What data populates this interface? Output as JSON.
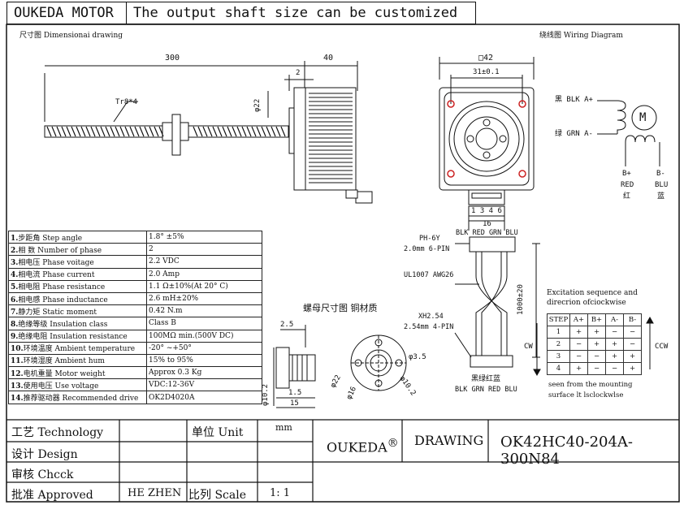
{
  "header": {
    "brand": "OUKEDA MOTOR",
    "slogan": "The output shaft size can be customized"
  },
  "dimensional": {
    "title": "尺寸图 Dimensionai drawing",
    "dim_300": "300",
    "dim_40": "40",
    "dim_2": "2",
    "dim_phi22": "φ22",
    "thread": "Tr8*4"
  },
  "front": {
    "square": "□42",
    "hole_spacing": "31±0.1",
    "connector_pins": "1 3 4 6",
    "connector_width": "16"
  },
  "wiring": {
    "title": "绕线图 Wiring Diagram",
    "a_plus": "黑 BLK A+",
    "a_minus": "绿 GRN A-",
    "motor": "M",
    "b_plus": "B+",
    "b_minus": "B-",
    "red": "RED",
    "blu": "BLU",
    "red_cn": "红",
    "blu_cn": "蓝"
  },
  "cable": {
    "top_colors": "BLK RED GRN BLU",
    "ph": "PH-6Y",
    "ph_pitch": "2.0mm 6-PIN",
    "wire": "UL1007 AWG26",
    "xh": "XH2.54",
    "xh_pitch": "2.54mm 4-PIN",
    "length": "1000±20",
    "bottom_cn": "黑绿红蓝",
    "bottom_colors": "BLK GRN RED BLU"
  },
  "nut": {
    "title": "螺母尺寸图 铜材质",
    "d25": "2.5",
    "d15a": "1.5",
    "d15b": "15",
    "d102": "φ10.2",
    "d22": "φ22",
    "d16": "φ16",
    "d35": "φ3.5",
    "d102b": "φ10.2"
  },
  "excitation": {
    "title1": "Excitation sequence and",
    "title2": "direcrion ofciockwise",
    "headers": [
      "STEP",
      "A+",
      "B+",
      "A-",
      "B-"
    ],
    "rows": [
      [
        "1",
        "+",
        "+",
        "−",
        "−"
      ],
      [
        "2",
        "−",
        "+",
        "+",
        "−"
      ],
      [
        "3",
        "−",
        "−",
        "+",
        "+"
      ],
      [
        "4",
        "+",
        "−",
        "−",
        "+"
      ]
    ],
    "cw": "CW",
    "ccw": "CCW",
    "note1": "seen from the mounting",
    "note2": "surface lt lsclockwlse"
  },
  "specs": [
    {
      "n": "1.",
      "label": "步距角 Step angle",
      "value": "1.8° ±5%"
    },
    {
      "n": "2.",
      "label": "相  数 Number of phase",
      "value": "2"
    },
    {
      "n": "3.",
      "label": "相电压 Phase voitage",
      "value": "2.2 VDC"
    },
    {
      "n": "4.",
      "label": "相电流 Phase current",
      "value": "2.0 Amp"
    },
    {
      "n": "5.",
      "label": "相电阻 Phase resistance",
      "value": "1.1 Ω±10%(At 20° C)"
    },
    {
      "n": "6.",
      "label": "相电感 Phase inductance",
      "value": "2.6 mH±20%"
    },
    {
      "n": "7.",
      "label": "静力矩 Static moment",
      "value": "0.42 N.m"
    },
    {
      "n": "8.",
      "label": "绝缘等级 Insulation class",
      "value": "Class B"
    },
    {
      "n": "9.",
      "label": "绝缘电阻 Insulation resistance",
      "value": "100MΩ min.(500V DC)"
    },
    {
      "n": "10.",
      "label": "环境温度 Ambient temperature",
      "value": "-20° ~+50°"
    },
    {
      "n": "11.",
      "label": "环境湿度 Ambient hum",
      "value": "15% to 95%"
    },
    {
      "n": "12.",
      "label": "电机重量 Motor weight",
      "value": "Approx 0.3 Kg"
    },
    {
      "n": "13.",
      "label": "使用电压 Use voltage",
      "value": "VDC:12-36V"
    },
    {
      "n": "14.",
      "label": "推荐驱动器 Recommended drive",
      "value": "OK2D4020A"
    }
  ],
  "titleblock": {
    "technology": "工艺 Technology",
    "unit_label": "单位 Unit",
    "unit": "mm",
    "design": "设计 Design",
    "check": "审核 Chcck",
    "approved": "批准 Approved",
    "approver": "HE ZHEN",
    "scale_label": "比列 Scale",
    "scale": "1: 1",
    "brand": "OUKEDA",
    "reg": "®",
    "drawing": "DRAWING",
    "model": "OK42HC40-204A-300N84"
  }
}
